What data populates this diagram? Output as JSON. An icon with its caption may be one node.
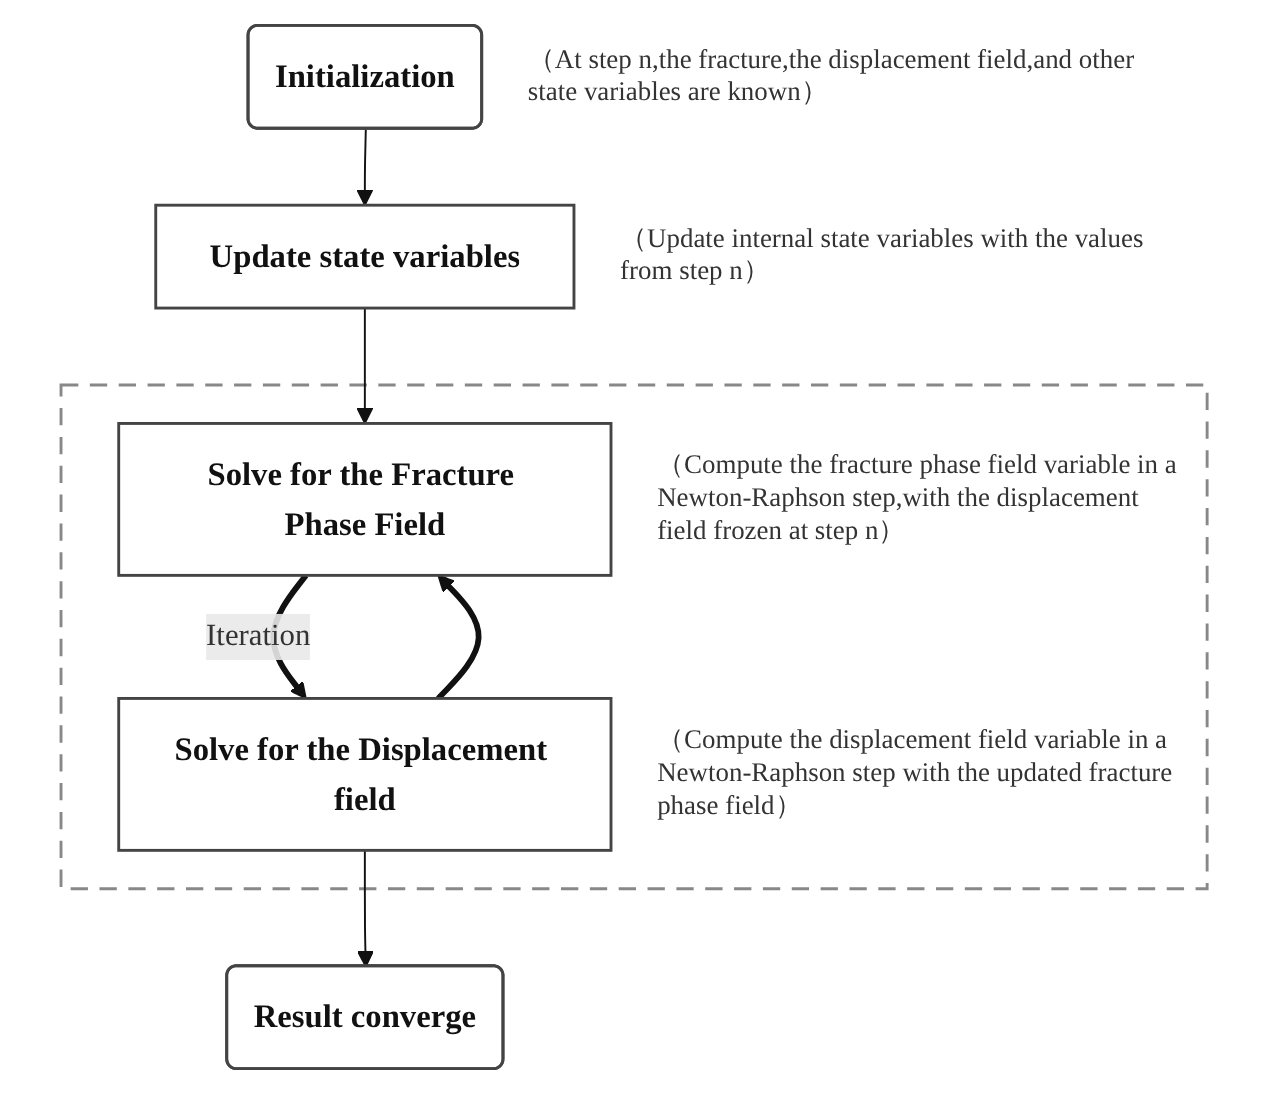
{
  "diagram": {
    "nodes": [
      {
        "text": [
          "Initialization"
        ],
        "beside": [
          "（At step n,the fracture,the displacement field,and other state variables are known）"
        ]
      },
      {
        "text": [
          "Update state variables"
        ],
        "beside": [
          "（Update internal state variables with the values from step n）"
        ]
      },
      {
        "text": [],
        "shape": "box"
      },
      {
        "text": [
          "Solve for the Fracture Phase Field"
        ],
        "in": 2,
        "beside": [
          "（Compute the fracture phase field variable in a Newton-Raphson step,with the displacement field frozen at step n）"
        ]
      },
      {
        "text": [
          "Solve for the Displacement field"
        ],
        "in": 2,
        "beside": [
          "（Compute the displacement field variable in a Newton-Raphson step with the updated fracture phase field）"
        ]
      },
      {
        "text": [
          "Result converge"
        ]
      }
    ],
    "edges": [
      {
        "from": 0,
        "to": 1,
        "arrow": "to"
      },
      {
        "from": 1,
        "to": 3,
        "arrow": "to"
      },
      {
        "from": 3,
        "to": 4,
        "arrow": "to",
        "label": "Iteration",
        "style": "thick"
      },
      {
        "from": 4,
        "to": 3,
        "arrow": "to",
        "style": "thick"
      },
      {
        "from": 4,
        "to": 5,
        "arrow": "to"
      }
    ]
  }
}
